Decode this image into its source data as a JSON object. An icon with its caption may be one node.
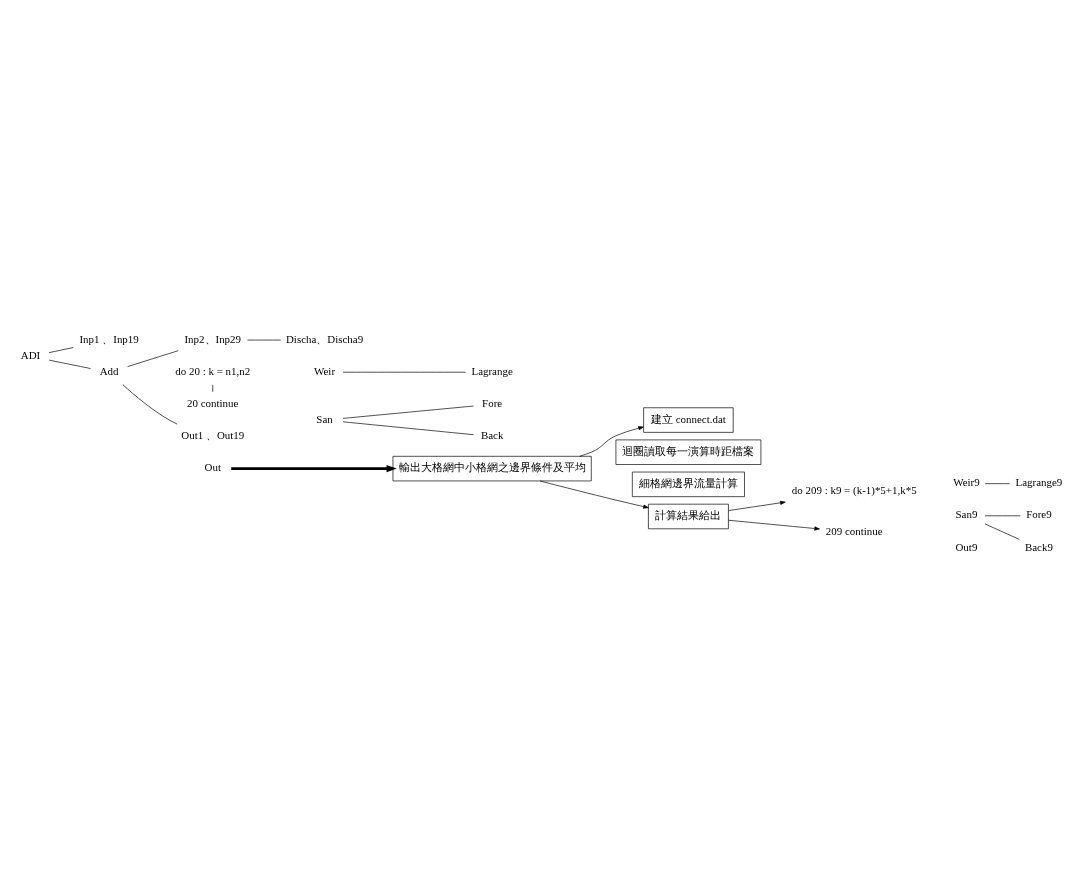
{
  "diagram": {
    "nodes": [
      {
        "text": [
          "ADI"
        ]
      },
      {
        "text": [
          "Inp1 、Inp19"
        ]
      },
      {
        "text": [
          "Add"
        ]
      },
      {
        "text": [
          "Inp2、Inp29"
        ]
      },
      {
        "text": [
          "Discha、Discha9"
        ]
      },
      {
        "text": [
          "do 20 : k = n1,n2"
        ]
      },
      {
        "text": [
          "Weir"
        ]
      },
      {
        "text": [
          "Lagrange"
        ]
      },
      {
        "text": [
          "San"
        ]
      },
      {
        "text": [
          "Fore"
        ]
      },
      {
        "text": [
          "Back"
        ]
      },
      {
        "text": [
          "Out"
        ]
      },
      {
        "text": [
          "20 continue"
        ]
      },
      {
        "text": [
          "Out1 、Out19"
        ]
      },
      {
        "text": [
          "輸出大格網中小格網之邊界條件及平均"
        ]
      },
      {
        "text": [
          "建立 connect.dat"
        ]
      },
      {
        "text": [
          "迴圈讀取每一演算時距檔案"
        ]
      },
      {
        "text": [
          "細格網邊界流量計算"
        ]
      },
      {
        "text": [
          "計算結果給出"
        ]
      },
      {
        "text": [
          "do 209 : k9 = (k-1)*5+1,k*5"
        ]
      },
      {
        "text": [
          "Weir9"
        ]
      },
      {
        "text": [
          "Lagrange9"
        ]
      },
      {
        "text": [
          "San9"
        ]
      },
      {
        "text": [
          "Fore9"
        ]
      },
      {
        "text": [
          "Back9"
        ]
      },
      {
        "text": [
          "Out9"
        ]
      },
      {
        "text": [
          "209 continue"
        ]
      }
    ],
    "edges": [
      {
        "from": 0,
        "to": 1,
        "arrow": "none"
      },
      {
        "from": 0,
        "to": 2,
        "arrow": "none"
      },
      {
        "from": 2,
        "to": 3,
        "arrow": "none"
      },
      {
        "from": 2,
        "to": 13,
        "arrow": "none"
      },
      {
        "from": 3,
        "to": 4,
        "arrow": "none"
      },
      {
        "from": 5,
        "to": 12,
        "arrow": "none"
      },
      {
        "from": 6,
        "to": 7,
        "arrow": "none"
      },
      {
        "from": 8,
        "to": 9,
        "arrow": "none"
      },
      {
        "from": 8,
        "to": 10,
        "arrow": "none"
      },
      {
        "from": 11,
        "to": 14,
        "arrow": "to",
        "style": "thick"
      },
      {
        "from": 14,
        "to": 15,
        "arrow": "to"
      },
      {
        "from": 14,
        "to": 18,
        "arrow": "to"
      },
      {
        "from": 18,
        "to": 19,
        "arrow": "to"
      },
      {
        "from": 18,
        "to": 26,
        "arrow": "to"
      },
      {
        "from": 20,
        "to": 21,
        "arrow": "none"
      },
      {
        "from": 22,
        "to": 23,
        "arrow": "none"
      },
      {
        "from": 22,
        "to": 24,
        "arrow": "none"
      }
    ]
  }
}
